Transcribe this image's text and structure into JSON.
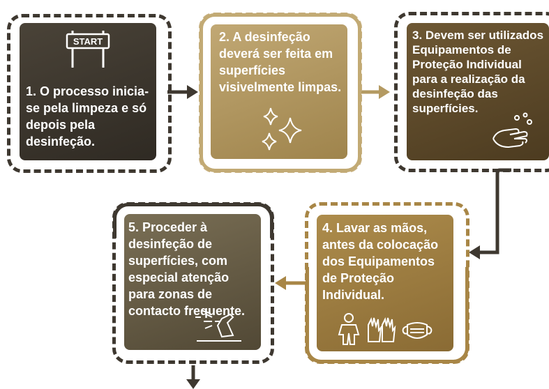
{
  "colors": {
    "dark": "#3e3830",
    "gold": "#b49a62",
    "brown": "#5e4a2a",
    "olive": "#6c6248",
    "amber": "#a88646"
  },
  "icons": {
    "step1": "start-sign-icon",
    "step2": "sparkles-icon",
    "step3": "washing-hands-icon",
    "step4": [
      "protective-suit-icon",
      "gloves-icon",
      "face-mask-icon"
    ],
    "step5": "spray-bottle-icon"
  },
  "steps": [
    {
      "sign_text": "START",
      "text": "1. O processo inicia-se pela limpeza e só depois pela desinfeção."
    },
    {
      "text": "2.  A desinfeção deverá ser feita em superfícies visivelmente limpas."
    },
    {
      "text": "3. Devem ser utilizados Equipamentos de Proteção Individual para a realização da desinfeção das superfícies."
    },
    {
      "text": "4. Lavar as mãos, antes da colocação dos Equipamentos de Proteção Individual."
    },
    {
      "text": "5. Proceder à desinfeção de superfícies, com especial atenção para zonas de contacto frequente."
    }
  ]
}
